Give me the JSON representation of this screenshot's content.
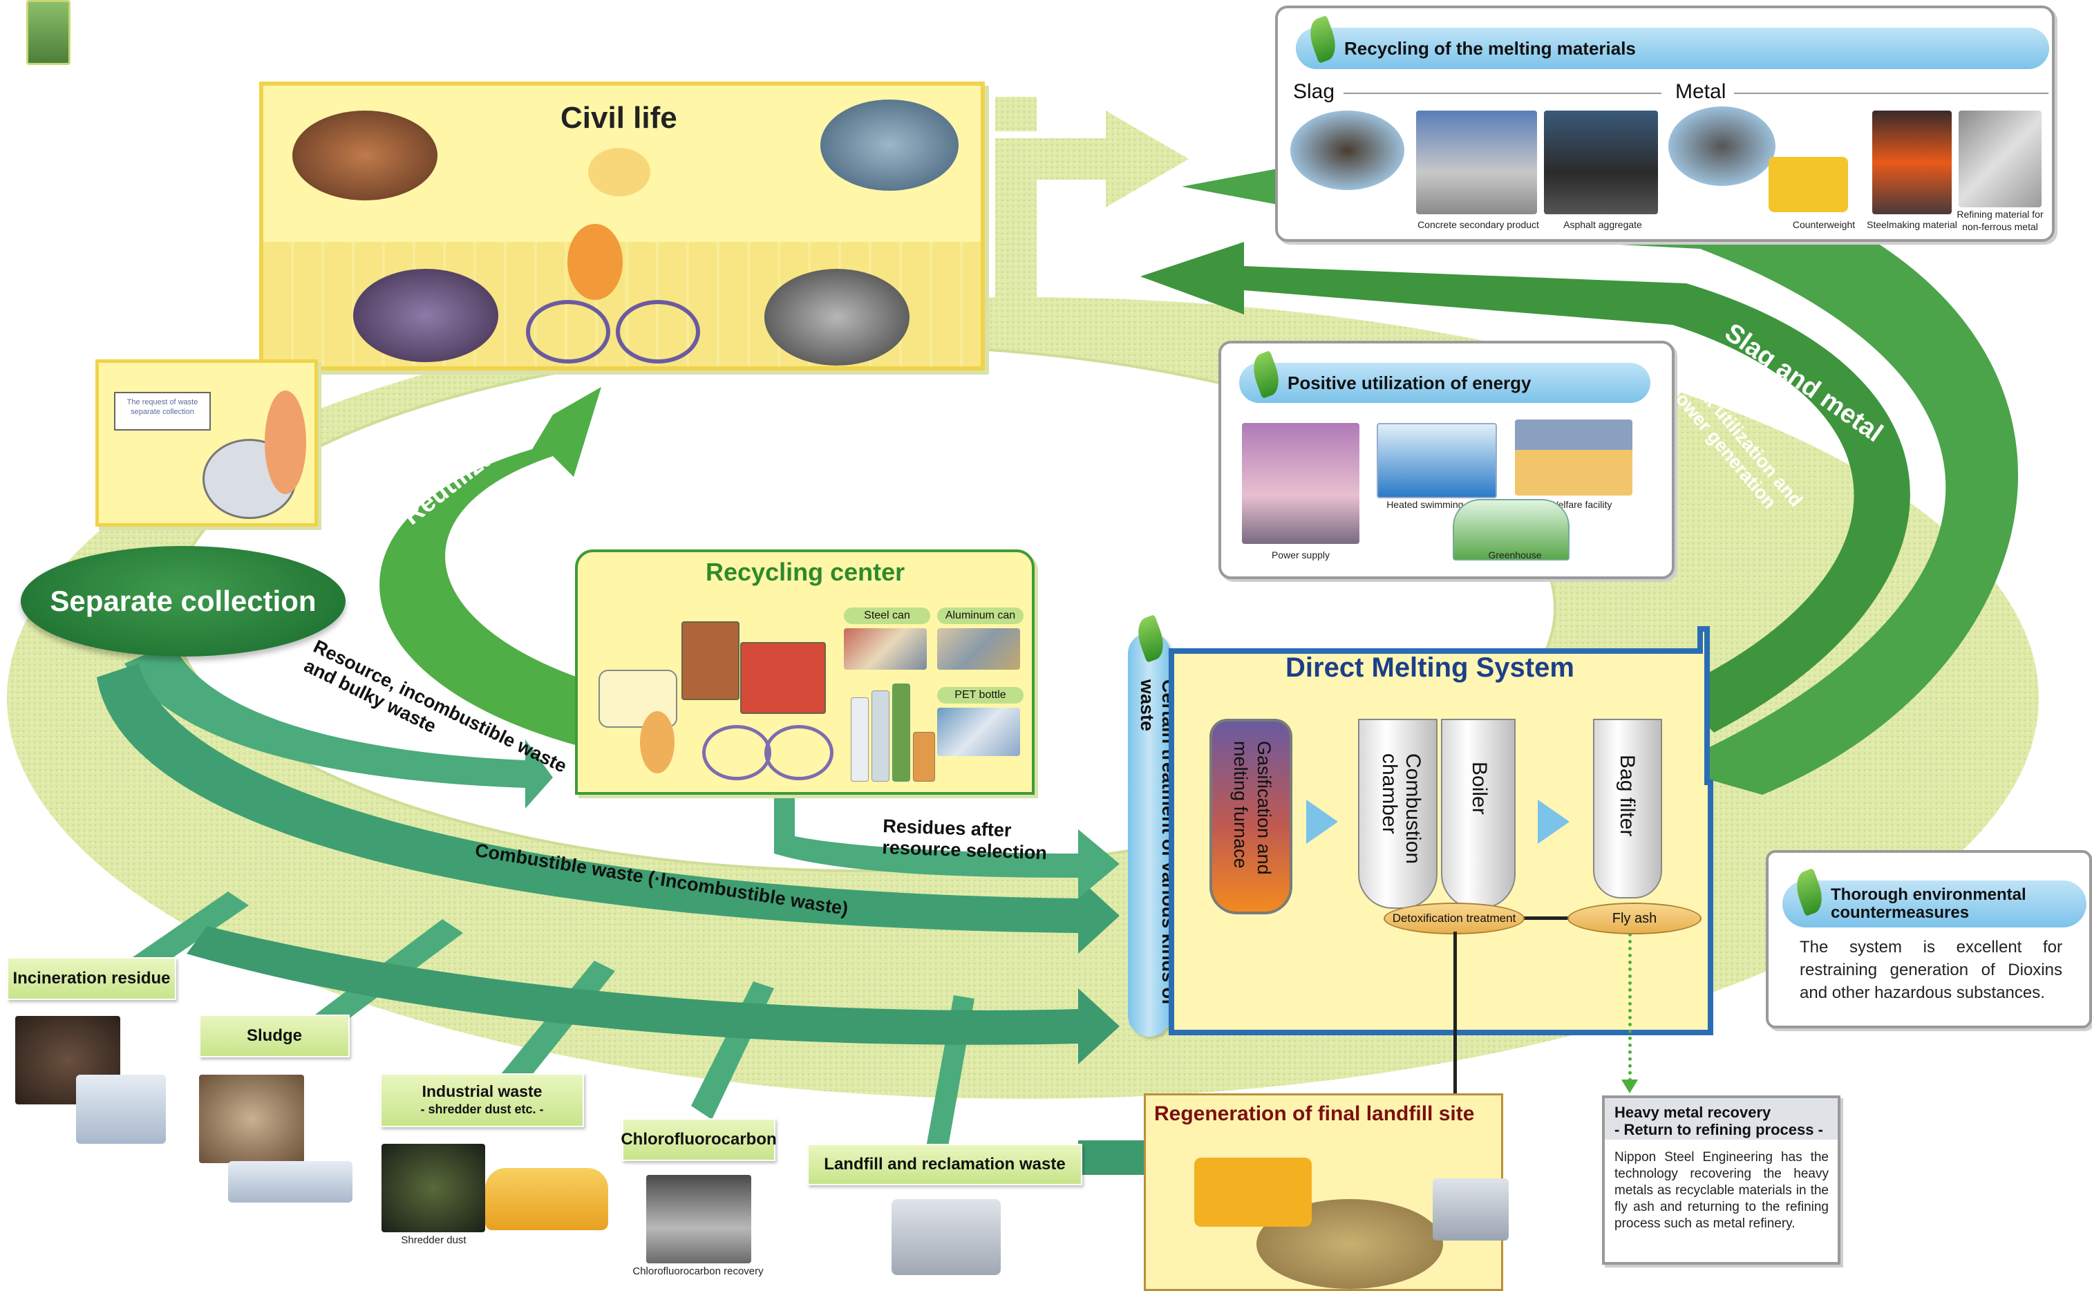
{
  "colors": {
    "dark_green": "#3a8f2e",
    "mid_green": "#5fae55",
    "light_green": "#dce9a5",
    "teal_arrow": "#4bab7c",
    "panel_yellow": "#fff3a6",
    "melting_blue": "#2a6db5",
    "pill_blue": "#8fcdee"
  },
  "civil_life": {
    "title": "Civil life"
  },
  "request_sign": {
    "text": "The request of waste separate collection"
  },
  "separate_collection": {
    "label": "Separate collection"
  },
  "reutilization": {
    "label": "Reutilization"
  },
  "recycling_center": {
    "title": "Recycling center",
    "items": [
      "Steel can",
      "Aluminum can",
      "PET bottle"
    ]
  },
  "arrows": {
    "resource_line1": "Resource, incombustible waste",
    "resource_line2": "and bulky waste",
    "residues_line1": "Residues after",
    "residues_line2": "resource selection",
    "combustible": "Combustible waste (·Incombustible waste)",
    "certain_treatment": "Certain treatment of various kinds of waste",
    "slag_metal": "Slag and metal",
    "heat_line1": "Heat utilization and",
    "heat_line2": "power generation"
  },
  "melting_materials": {
    "title": "Recycling of the melting materials",
    "slag_label": "Slag",
    "metal_label": "Metal",
    "captions": [
      "Concrete secondary product",
      "Asphalt aggregate",
      "Counterweight",
      "Steelmaking material",
      "Refining material for",
      "non-ferrous metal"
    ]
  },
  "energy": {
    "title": "Positive utilization of energy",
    "captions": [
      "Power supply",
      "Heated swimming pool",
      "Welfare facility",
      "Greenhouse"
    ]
  },
  "melting_system": {
    "title": "Direct Melting System",
    "furnace": "Gasification and melting furnace",
    "combustion": "Combustion chamber",
    "boiler": "Boiler",
    "bag_filter": "Bag filter",
    "detox": "Detoxification treatment",
    "fly_ash": "Fly ash"
  },
  "environment": {
    "title_line1": "Thorough environmental",
    "title_line2": "countermeasures",
    "body": "The system is excellent for restraining generation of Dioxins and other hazardous substances."
  },
  "landfill": {
    "title": "Regeneration of final landfill site"
  },
  "heavy_metal": {
    "title_line1": "Heavy metal recovery",
    "title_line2": "- Return to refining process -",
    "body": "Nippon Steel Engineering has the technology recovering the heavy metals as recyclable materials in the fly ash and returning to the refining process such as metal refinery."
  },
  "sources": {
    "incineration": "Incineration residue",
    "sludge": "Sludge",
    "industrial_line1": "Industrial waste",
    "industrial_line2": "- shredder dust etc. -",
    "shredder_caption": "Shredder dust",
    "cfc": "Chlorofluorocarbon",
    "cfc_caption": "Chlorofluorocarbon recovery",
    "landfill_waste": "Landfill and reclamation waste"
  }
}
